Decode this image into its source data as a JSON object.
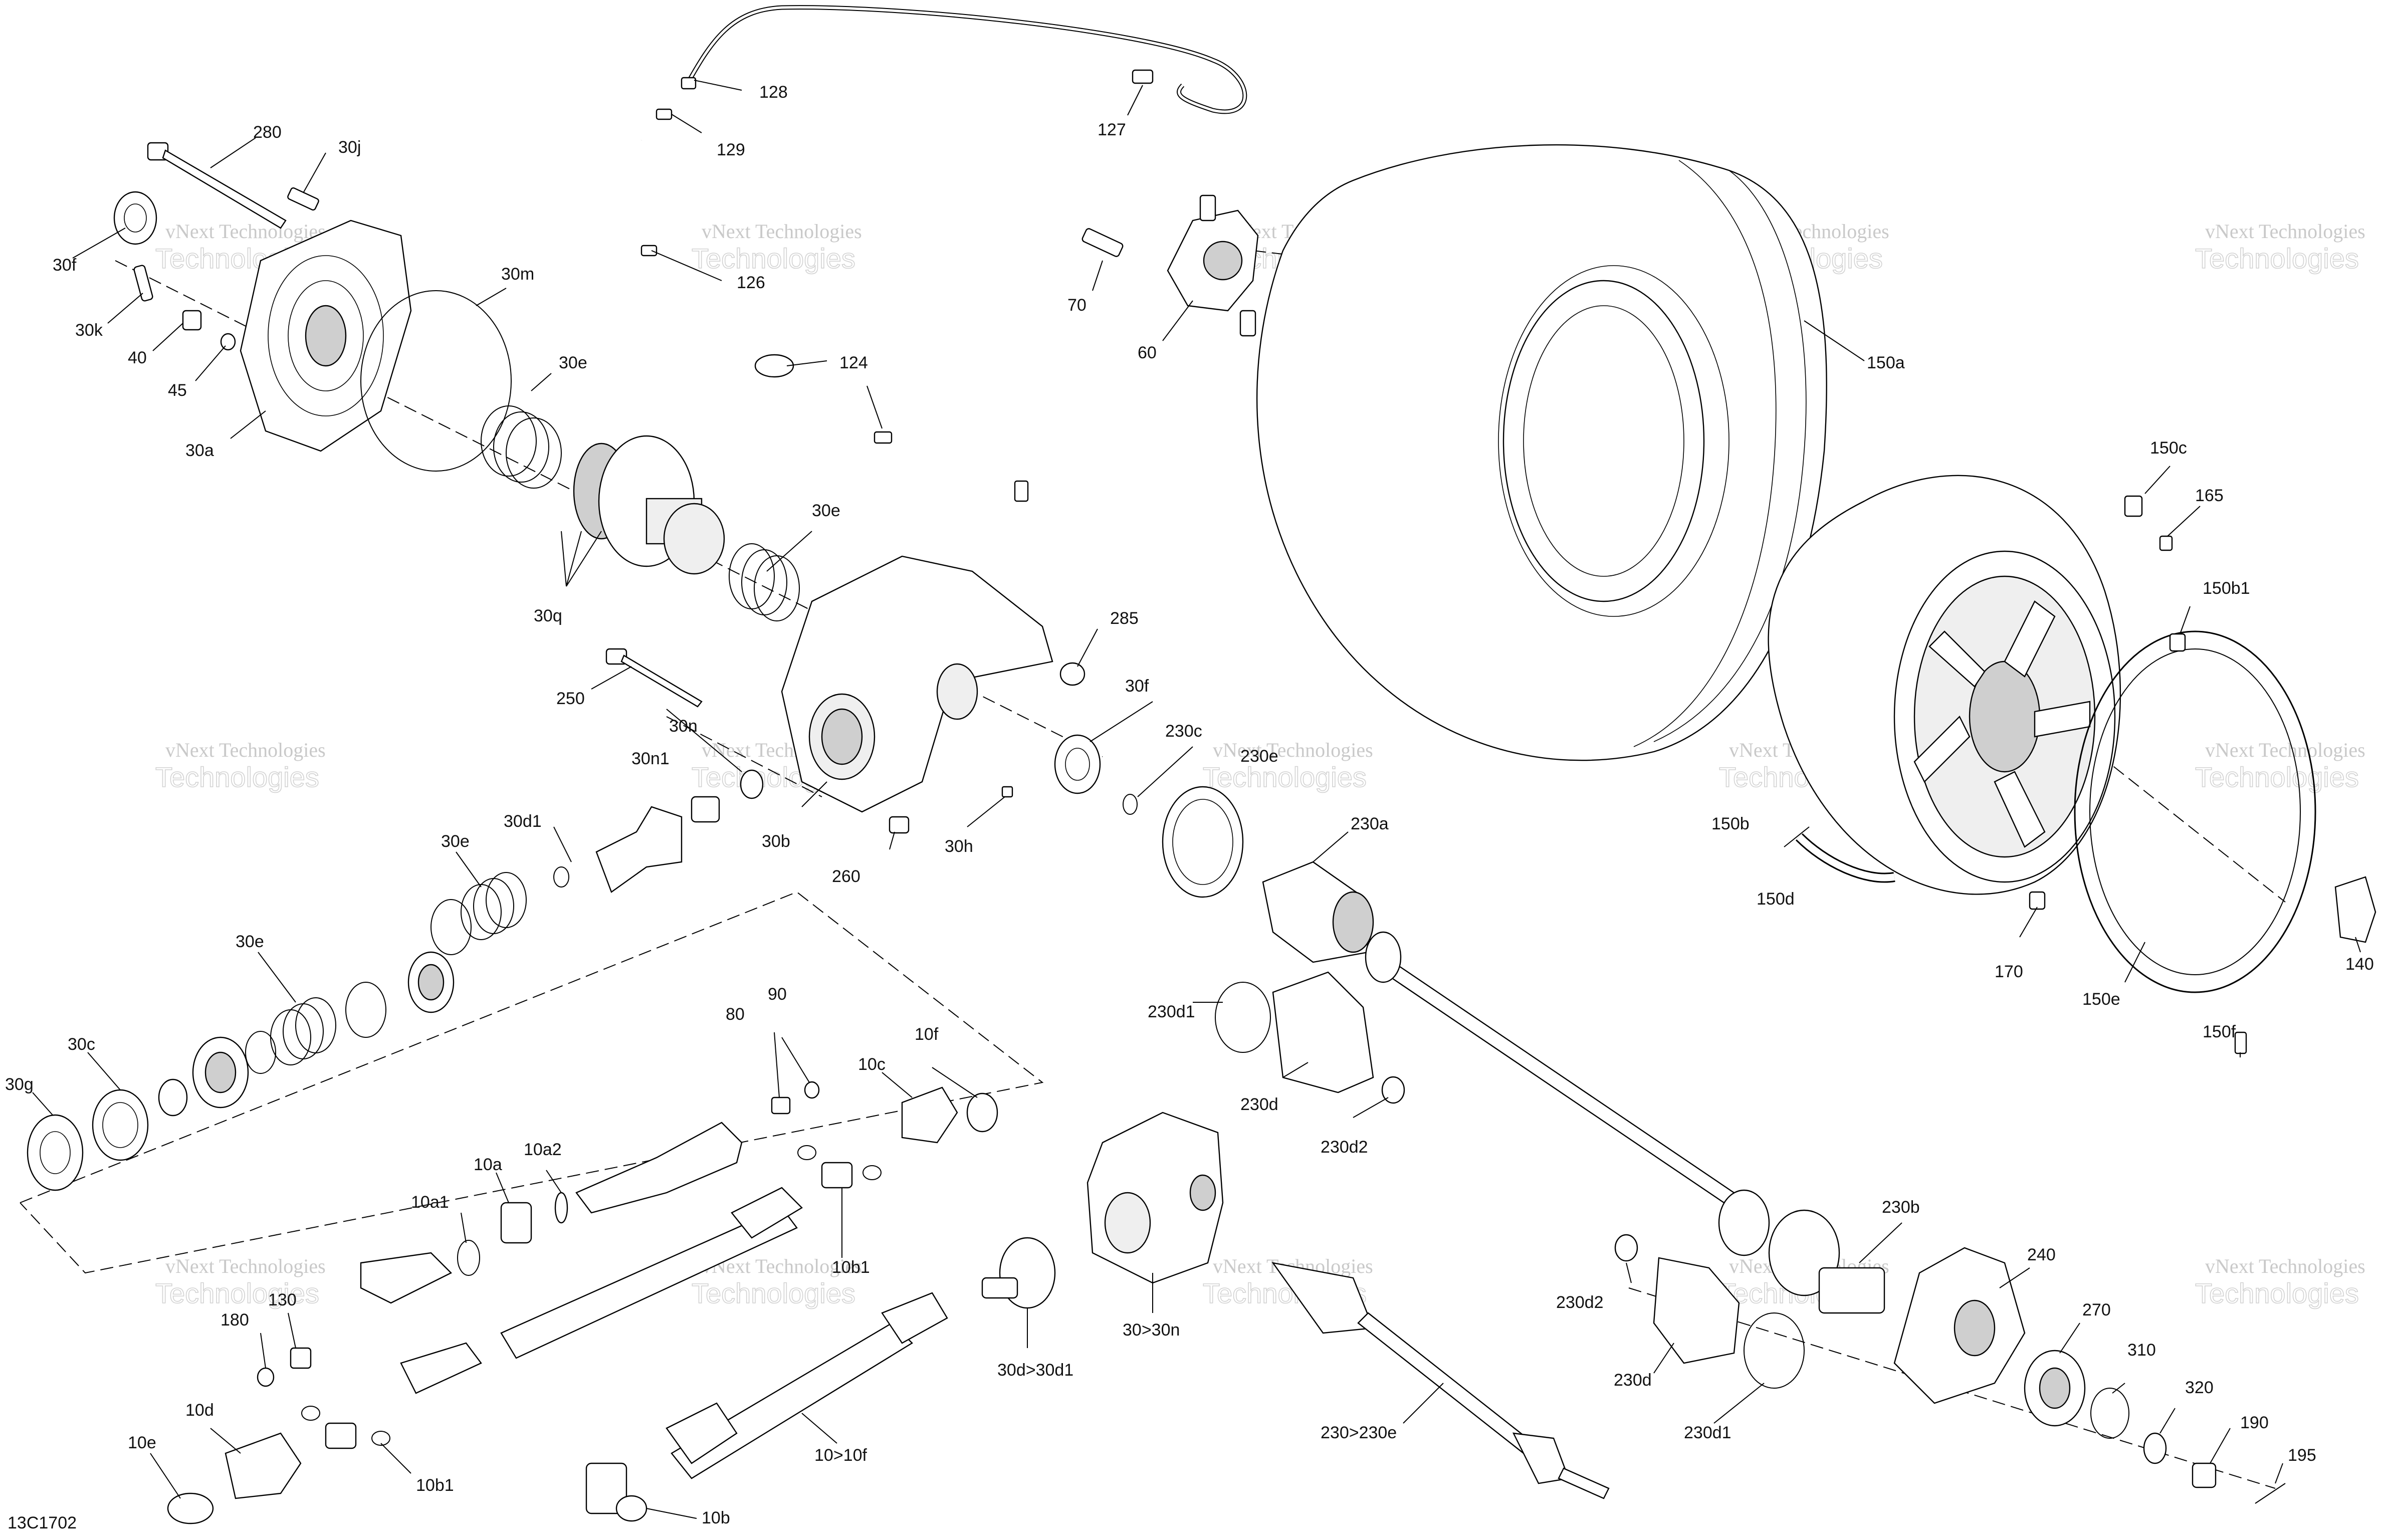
{
  "diagram_code": "13C1702",
  "watermark": {
    "line1": "vNext Technologies",
    "line2": "Technologies"
  },
  "labels": {
    "l280": "280",
    "l30j": "30j",
    "l30f_a": "30f",
    "l30k": "30k",
    "l40": "40",
    "l45": "45",
    "l30a": "30a",
    "l30m": "30m",
    "l30e_a": "30e",
    "l30q": "30q",
    "l30e_b": "30e",
    "l128": "128",
    "l129": "129",
    "l126": "126",
    "l124": "124",
    "l127": "127",
    "l70": "70",
    "l60": "60",
    "l150a": "150a",
    "l150c": "150c",
    "l165": "165",
    "l150b1": "150b1",
    "l285": "285",
    "l250": "250",
    "l30n": "30n",
    "l30n1": "30n1",
    "l30f_b": "30f",
    "l230c": "230c",
    "l230e_a": "230e",
    "l30b": "30b",
    "l260": "260",
    "l30h": "30h",
    "l30d1": "30d1",
    "l30e_c": "30e",
    "l30e_d": "30e",
    "l230a": "230a",
    "l150b": "150b",
    "l150d": "150d",
    "l170": "170",
    "l140": "140",
    "l150e": "150e",
    "l150f": "150f",
    "l30c": "30c",
    "l30g": "30g",
    "l80": "80",
    "l90": "90",
    "l10c": "10c",
    "l10f": "10f",
    "l230d1_a": "230d1",
    "l230d_a": "230d",
    "l230d2_a": "230d2",
    "l10a1": "10a1",
    "l10a": "10a",
    "l10a2": "10a2",
    "l10b1_a": "10b1",
    "l230b": "230b",
    "l240": "240",
    "l230d2_b": "230d2",
    "l230d_b": "230d",
    "l230d1_b": "230d1",
    "l270": "270",
    "l310": "310",
    "l320": "320",
    "l190": "190",
    "l195": "195",
    "l180": "180",
    "l130": "130",
    "l10d": "10d",
    "l10e": "10e",
    "l10b1_b": "10b1",
    "l10b": "10b",
    "l10_10f": "10>10f",
    "l30_30n": "30>30n",
    "l30d_30d1": "30d>30d1",
    "l230_230e": "230>230e"
  },
  "icons": [
    "part-outline-drawings",
    "leader-lines",
    "centerlines"
  ]
}
